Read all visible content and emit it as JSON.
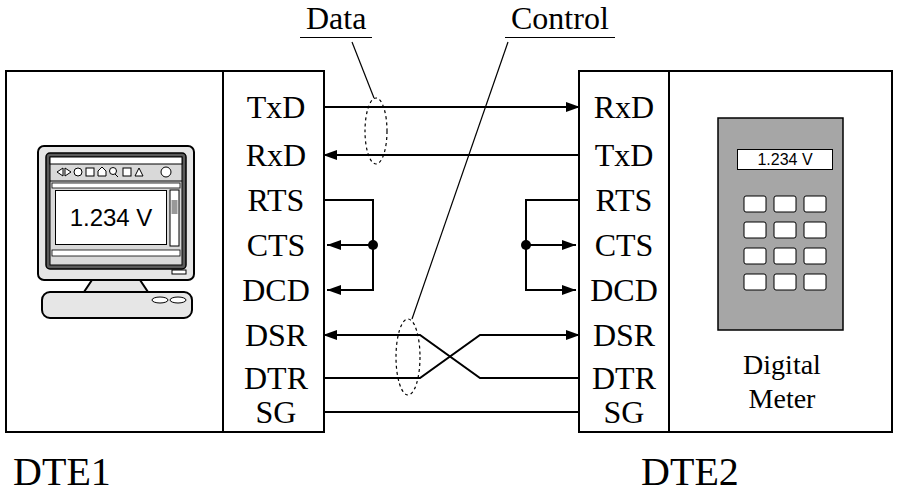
{
  "diagram": {
    "nodes": [
      {
        "text": [
          "DTE1"
        ]
      },
      {
        "text": [
          "TxD",
          "RxD",
          "RTS",
          "CTS",
          "DCD",
          "DSR",
          "DTR",
          "SG"
        ],
        "in": 0
      },
      {
        "text": [
          "1.234 V"
        ],
        "in": 0
      },
      {
        "text": [
          "DTE2"
        ]
      },
      {
        "text": [
          "RxD",
          "TxD",
          "RTS",
          "CTS",
          "DCD",
          "DSR",
          "DTR",
          "SG"
        ],
        "in": 3
      },
      {
        "text": [
          "Digital Meter"
        ],
        "in": 3
      },
      {
        "text": [
          "1.234 V"
        ],
        "in": 5
      }
    ],
    "edges": [
      {
        "from": 1,
        "to": 4,
        "arrow": "to"
      },
      {
        "from": 4,
        "to": 1,
        "arrow": "to"
      },
      {
        "from": 4,
        "to": 1,
        "arrow": "to"
      },
      {
        "from": 1,
        "to": 4,
        "arrow": "to"
      },
      {
        "from": 1,
        "to": 4,
        "arrow": "none"
      }
    ],
    "labels": [
      "Data",
      "Control"
    ]
  }
}
